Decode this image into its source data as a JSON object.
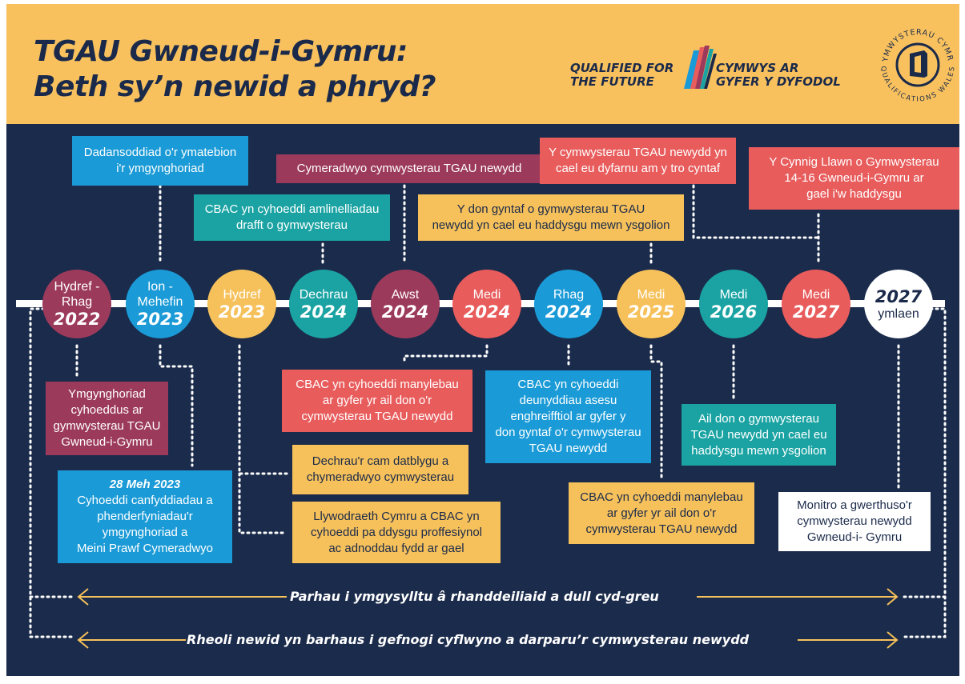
{
  "header": {
    "title_line1": "TGAU Gwneud-i-Gymru:",
    "title_line2": "Beth sy’n newid a phryd?",
    "logo_left_line1": "QUALIFIED FOR",
    "logo_left_line2": "THE FUTURE",
    "logo_right_line1": "CYMWYS AR",
    "logo_right_line2": "GYFER Y DYFODOL",
    "seal_text_top": "CYMWYSTERAU CYMRU",
    "seal_text_bottom": "QUALIFICATIONS WALES"
  },
  "colors": {
    "header_bg": "#f8c15e",
    "panel_bg": "#1b2b4b",
    "plum": "#9c3a5c",
    "blue": "#1a9ad6",
    "yellow": "#f6c15b",
    "teal": "#1ba3a3",
    "coral": "#e85c5c",
    "text_dark": "#1b2a4a"
  },
  "milestones": [
    {
      "top": "Hydref - Rhag",
      "year": "2022",
      "color": "plum"
    },
    {
      "top": "Ion - Mehefin",
      "year": "2023",
      "color": "blue"
    },
    {
      "top": "Hydref",
      "year": "2023",
      "color": "yellow"
    },
    {
      "top": "Dechrau",
      "year": "2024",
      "color": "teal"
    },
    {
      "top": "Awst",
      "year": "2024",
      "color": "plum"
    },
    {
      "top": "Medi",
      "year": "2024",
      "color": "coral"
    },
    {
      "top": "Rhag",
      "year": "2024",
      "color": "blue"
    },
    {
      "top": "Medi",
      "year": "2025",
      "color": "yellow"
    },
    {
      "top": "Medi",
      "year": "2026",
      "color": "teal"
    },
    {
      "top": "Medi",
      "year": "2027",
      "color": "coral"
    },
    {
      "top": "ymlaen",
      "year": "2027",
      "color": "white"
    }
  ],
  "events_above": {
    "analysis": [
      "Dadansoddiad o'r ymatebion",
      "i'r ymgynghoriad"
    ],
    "outlines": [
      "CBAC yn cyhoeddi amlinelliadau",
      "drafft o gymwysterau"
    ],
    "approve": [
      "Cymeradwyo cymwysterau TGAU newydd"
    ],
    "first_wave": [
      "Y don gyntaf o gymwysterau TGAU",
      "newydd yn cael eu haddysgu mewn ysgolion"
    ],
    "first_award": [
      "Y cymwysterau TGAU newydd yn",
      "cael eu dyfarnu am y tro cyntaf"
    ],
    "full_offer": [
      "Y Cynnig Llawn o Gymwysterau",
      "14-16 Gwneud-i-Gymru ar",
      "gael i'w haddysgu"
    ]
  },
  "events_below": {
    "consultation": [
      "Ymgynghoriad",
      "cyhoeddus ar",
      "gymwysterau TGAU",
      "Gwneud-i-Gymru"
    ],
    "findings_date": "28 Meh 2023",
    "findings": [
      "Cyhoeddi canfyddiadau a",
      "phenderfyniadau'r",
      "ymgynghoriad a",
      "Meini Prawf Cymeradwyo"
    ],
    "develop": [
      "Dechrau'r cam datblygu a",
      "chymeradwyo cymwysterau"
    ],
    "professional": [
      "Llywodraeth Cymru a CBAC yn",
      "cyhoeddi pa ddysgu proffesiynol",
      "ac adnoddau fydd ar gael"
    ],
    "specs_2nd_a": [
      "CBAC yn cyhoeddi manylebau",
      "ar gyfer yr ail don o'r",
      "cymwysterau TGAU newydd"
    ],
    "assessment": [
      "CBAC yn cyhoeddi",
      "deunyddiau asesu",
      "enghreifftiol ar gyfer y",
      "don gyntaf o'r cymwysterau",
      "TGAU newydd"
    ],
    "specs_2nd_b": [
      "CBAC yn cyhoeddi manylebau",
      "ar gyfer yr ail don o'r",
      "cymwysterau TGAU newydd"
    ],
    "second_wave": [
      "Ail don o gymwysterau",
      "TGAU newydd yn cael eu",
      "haddysgu mewn ysgolion"
    ],
    "monitor": [
      "Monitro a gwerthuso'r",
      "cymwysterau newydd",
      "Gwneud-i- Gymru"
    ]
  },
  "ongoing": {
    "engage": "Parhau i ymgysylltu â rhanddeiliaid a dull cyd-greu",
    "manage": "Rheoli newid yn barhaus i gefnogi cyflwyno a darparu’r cymwysterau newydd"
  }
}
